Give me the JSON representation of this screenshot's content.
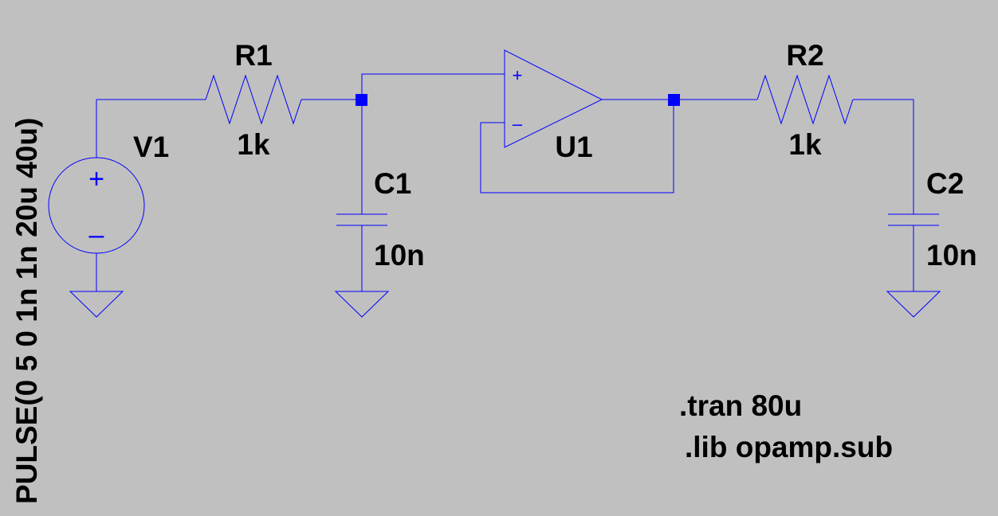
{
  "colors": {
    "background": "#c0c0c0",
    "wire": "#0000ff",
    "label": "#000000",
    "node": "#0000ff"
  },
  "components": {
    "v1": {
      "name": "V1",
      "value": "PULSE(0 5 0 1n 1n 20u 40u)",
      "plus_symbol": "+",
      "minus_symbol": "–"
    },
    "r1": {
      "name": "R1",
      "value": "1k"
    },
    "c1": {
      "name": "C1",
      "value": "10n"
    },
    "u1": {
      "name": "U1",
      "plus_symbol": "+",
      "minus_symbol": "–"
    },
    "r2": {
      "name": "R2",
      "value": "1k"
    },
    "c2": {
      "name": "C2",
      "value": "10n"
    }
  },
  "directives": [
    ".tran 80u",
    ".lib opamp.sub"
  ]
}
